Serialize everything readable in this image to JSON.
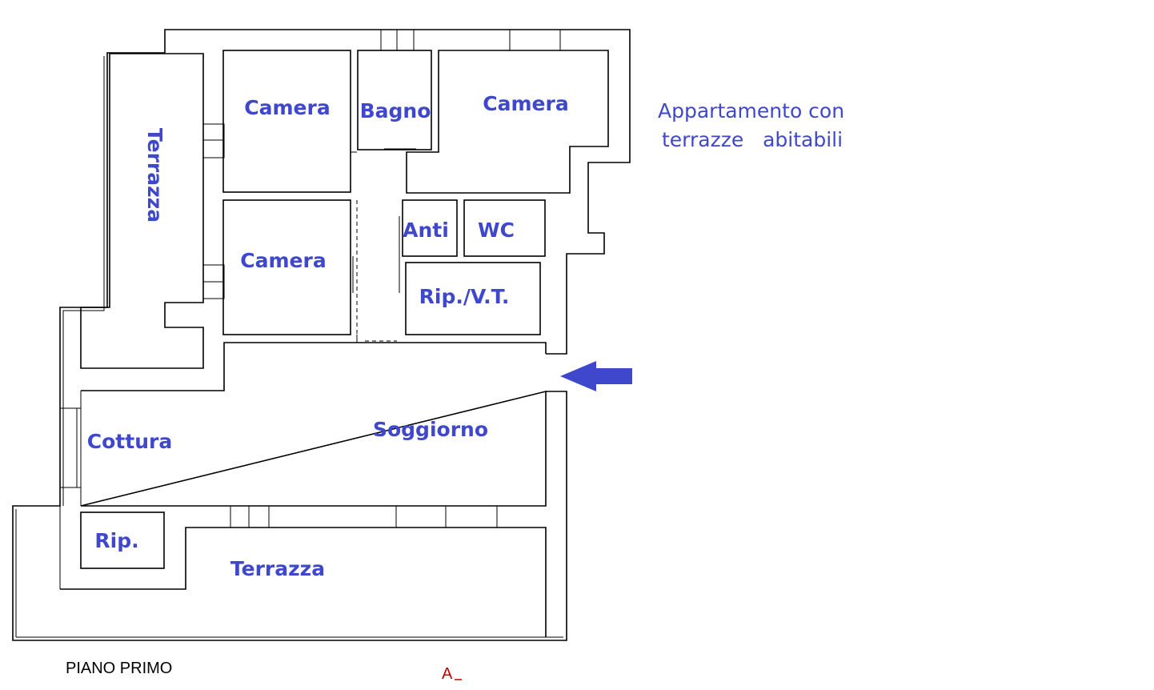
{
  "title": {
    "line1": "Appartamento con",
    "line2": "terrazze   abitabili"
  },
  "rooms": {
    "terrazza_west": "Terrazza",
    "camera_top_left": "Camera",
    "bagno": "Bagno",
    "camera_top_right": "Camera",
    "camera_middle": "Camera",
    "anti": "Anti",
    "wc": "WC",
    "rip_vt": "Rip./V.T.",
    "cottura": "Cottura",
    "soggiorno": "Soggiorno",
    "rip": "Rip.",
    "terrazza_south": "Terrazza"
  },
  "footer": {
    "floor": "PIANO PRIMO",
    "section_mark": "A"
  },
  "colors": {
    "label": "#3f48cc",
    "arrow": "#3f48cc",
    "section": "#c00000",
    "wall": "#000000"
  }
}
